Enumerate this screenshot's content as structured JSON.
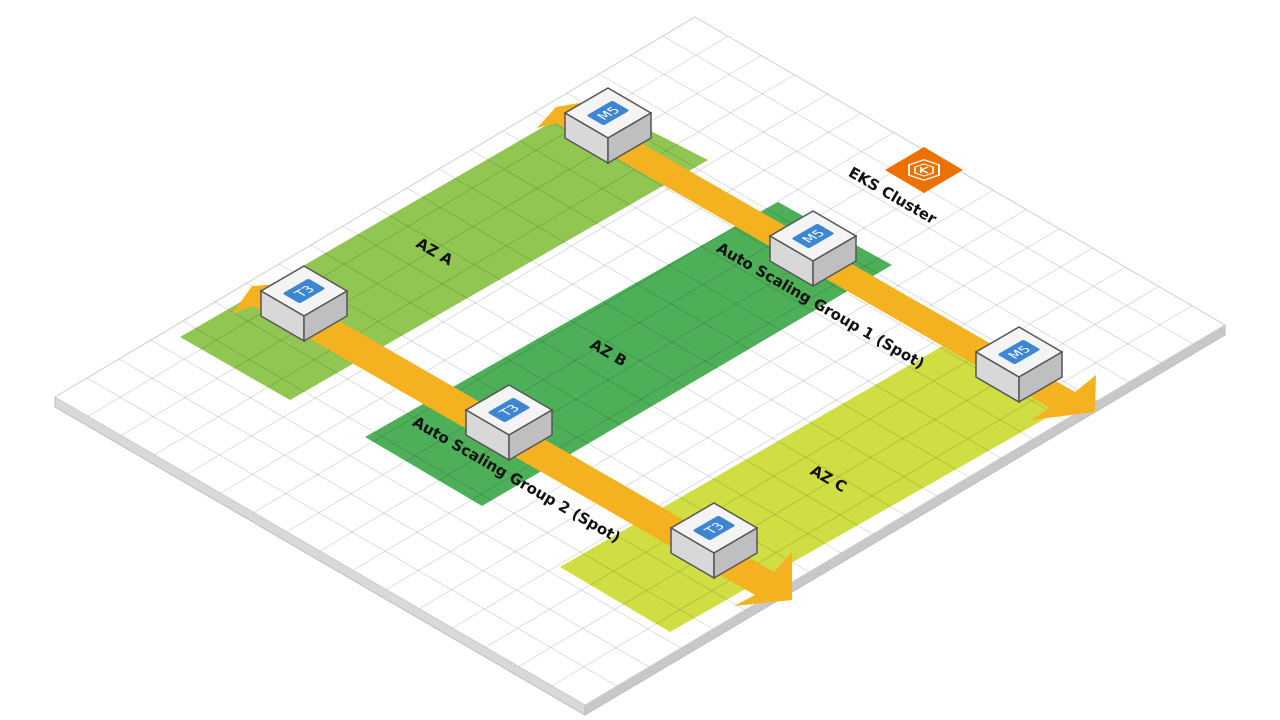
{
  "cluster": {
    "label": "EKS Cluster",
    "icon": "eks-cluster-icon",
    "color": "#ED7100"
  },
  "zones": [
    {
      "id": "a",
      "label": "AZ A",
      "color": "#8BC34A"
    },
    {
      "id": "b",
      "label": "AZ B",
      "color": "#43AC4F"
    },
    {
      "id": "c",
      "label": "AZ C",
      "color": "#CDDC39"
    }
  ],
  "groups": [
    {
      "id": "asg1",
      "label": "Auto Scaling Group 1 (Spot)",
      "color": "#F5B220",
      "instances": [
        {
          "id": "m5-1",
          "label": "M5"
        },
        {
          "id": "m5-2",
          "label": "M5"
        },
        {
          "id": "m5-3",
          "label": "M5"
        }
      ]
    },
    {
      "id": "asg2",
      "label": "Auto Scaling Group 2 (Spot)",
      "color": "#F5B220",
      "instances": [
        {
          "id": "t3-1",
          "label": "T3"
        },
        {
          "id": "t3-2",
          "label": "T3"
        },
        {
          "id": "t3-3",
          "label": "T3"
        }
      ]
    }
  ],
  "instance_badge_color": "#3F86D2"
}
